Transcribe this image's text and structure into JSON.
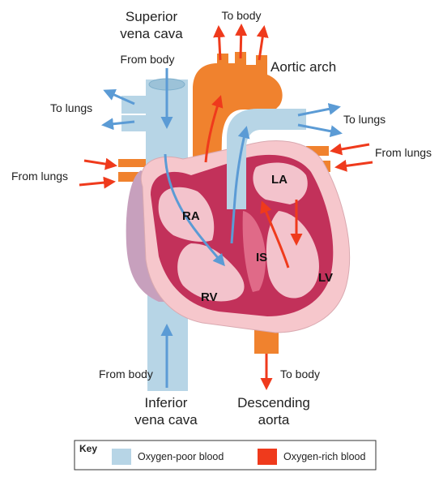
{
  "labels": {
    "superior_vena_cava_line1": "Superior",
    "superior_vena_cava_line2": "vena cava",
    "to_body_top": "To body",
    "aortic_arch": "Aortic arch",
    "from_body_top": "From body",
    "to_lungs_left": "To lungs",
    "to_lungs_right": "To lungs",
    "from_lungs_left": "From lungs",
    "from_lungs_right": "From lungs",
    "from_body_bottom": "From body",
    "to_body_bottom": "To body",
    "inferior_vena_cava_line1": "Inferior",
    "inferior_vena_cava_line2": "vena cava",
    "descending_aorta_line1": "Descending",
    "descending_aorta_line2": "aorta"
  },
  "chambers": {
    "ra": "RA",
    "la": "LA",
    "rv": "RV",
    "lv": "LV",
    "is": "IS"
  },
  "key": {
    "title": "Key",
    "items": [
      {
        "label": "Oxygen-poor blood",
        "color": "#b7d5e6"
      },
      {
        "label": "Oxygen-rich blood",
        "color": "#ef3a1c"
      }
    ]
  },
  "colors": {
    "oxygen_poor": "#b7d5e6",
    "oxygen_rich": "#f0822e",
    "blue_arrow": "#5b9bd5",
    "red_arrow": "#ef3a1c",
    "muscle": "#c2315a",
    "pericardium": "#f6c7cc",
    "atrium_outer": "#c7a0bd"
  }
}
